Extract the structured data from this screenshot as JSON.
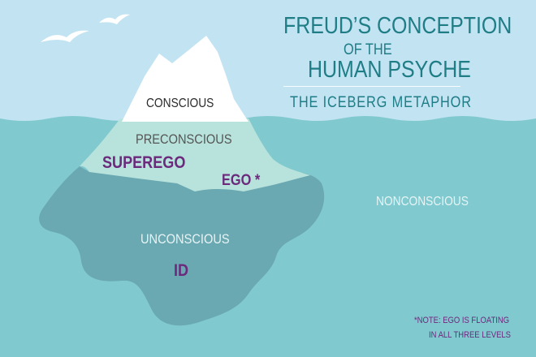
{
  "title": {
    "line1": "FREUD’S CONCEPTION",
    "line2": "OF THE",
    "line3": "HUMAN PSYCHE",
    "subtitle": "THE ICEBERG METAPHOR"
  },
  "labels": {
    "conscious": "CONSCIOUS",
    "preconscious": "PRECONSCIOUS",
    "superego": "SUPEREGO",
    "ego": "EGO *",
    "nonconscious": "NONCONSCIOUS",
    "unconscious": "UNCONSCIOUS",
    "id": "ID"
  },
  "note": {
    "line1": "*NOTE: EGO IS FLOATING",
    "line2": "IN ALL THREE LEVELS"
  },
  "colors": {
    "sky": "#c2e3f2",
    "water": "#80c9cf",
    "iceberg_snow": "#ffffff",
    "iceberg_shallow": "#b8e3dc",
    "iceberg_deep": "#6aa8b2",
    "title_teal": "#1f7d86",
    "label_purple": "#6b2a7c",
    "label_dark": "#2b2b2b",
    "label_grey": "#555555",
    "label_white": "#e6f4f5"
  }
}
